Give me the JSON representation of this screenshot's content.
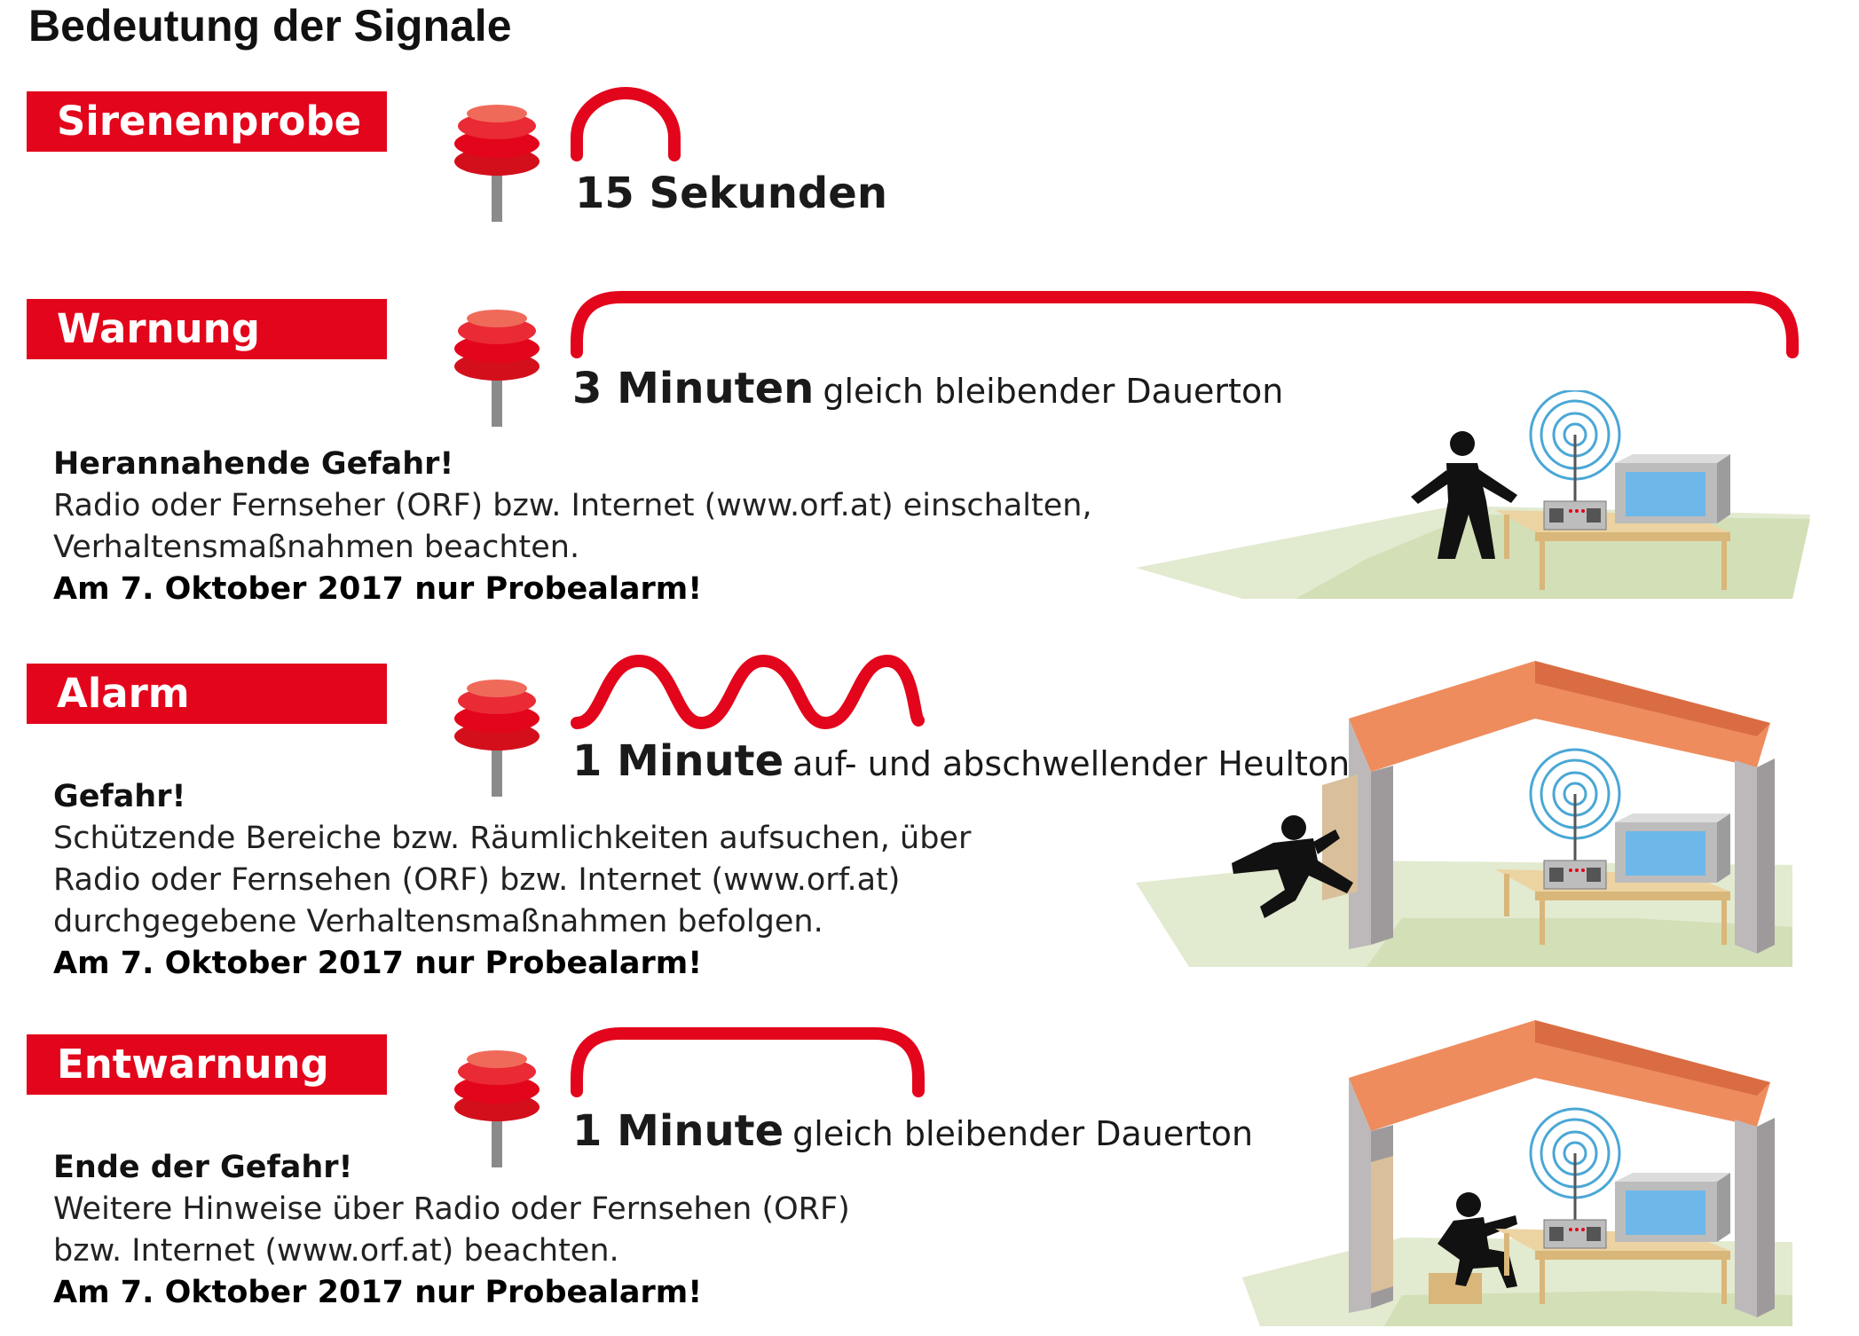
{
  "title": "Bedeutung der Signale",
  "colors": {
    "accent": "#e3051b",
    "roof": "#ee8c5e",
    "wall": "#9e9a9c",
    "floor": "#dce6c4",
    "text": "#222222"
  },
  "icons": [
    "siren-icon",
    "radio-tower-icon",
    "radio-icon",
    "tv-icon",
    "person-icon",
    "house-icon"
  ],
  "signals": [
    {
      "label": "Sirenenprobe",
      "duration": "15 Sekunden",
      "tone": "",
      "waveform": "short-arc",
      "heading": "",
      "lines": [],
      "note": ""
    },
    {
      "label": "Warnung",
      "duration": "3 Minuten",
      "tone": "gleich bleibender Dauerton",
      "waveform": "long-arc",
      "heading": "Herannahende Gefahr!",
      "lines": [
        "Radio oder Fernseher (ORF) bzw. Internet (www.orf.at) einschalten,",
        "Verhaltensmaßnahmen beachten."
      ],
      "note": "Am 7. Oktober 2017 nur Probealarm!"
    },
    {
      "label": "Alarm",
      "duration": "1 Minute",
      "tone": "auf- und abschwellender Heulton",
      "waveform": "wave",
      "heading": "Gefahr!",
      "lines": [
        "Schützende Bereiche bzw. Räumlichkeiten aufsuchen, über",
        "Radio oder Fernsehen (ORF) bzw. Internet (www.orf.at)",
        "durchgegebene Verhaltensmaßnahmen befolgen."
      ],
      "note": "Am 7. Oktober 2017 nur Probealarm!"
    },
    {
      "label": "Entwarnung",
      "duration": "1 Minute",
      "tone": "gleich bleibender Dauerton",
      "waveform": "medium-arc",
      "heading": "Ende der Gefahr!",
      "lines": [
        "Weitere Hinweise über Radio oder Fernsehen (ORF)",
        "bzw. Internet (www.orf.at) beachten."
      ],
      "note": "Am 7. Oktober 2017 nur Probealarm!"
    }
  ]
}
